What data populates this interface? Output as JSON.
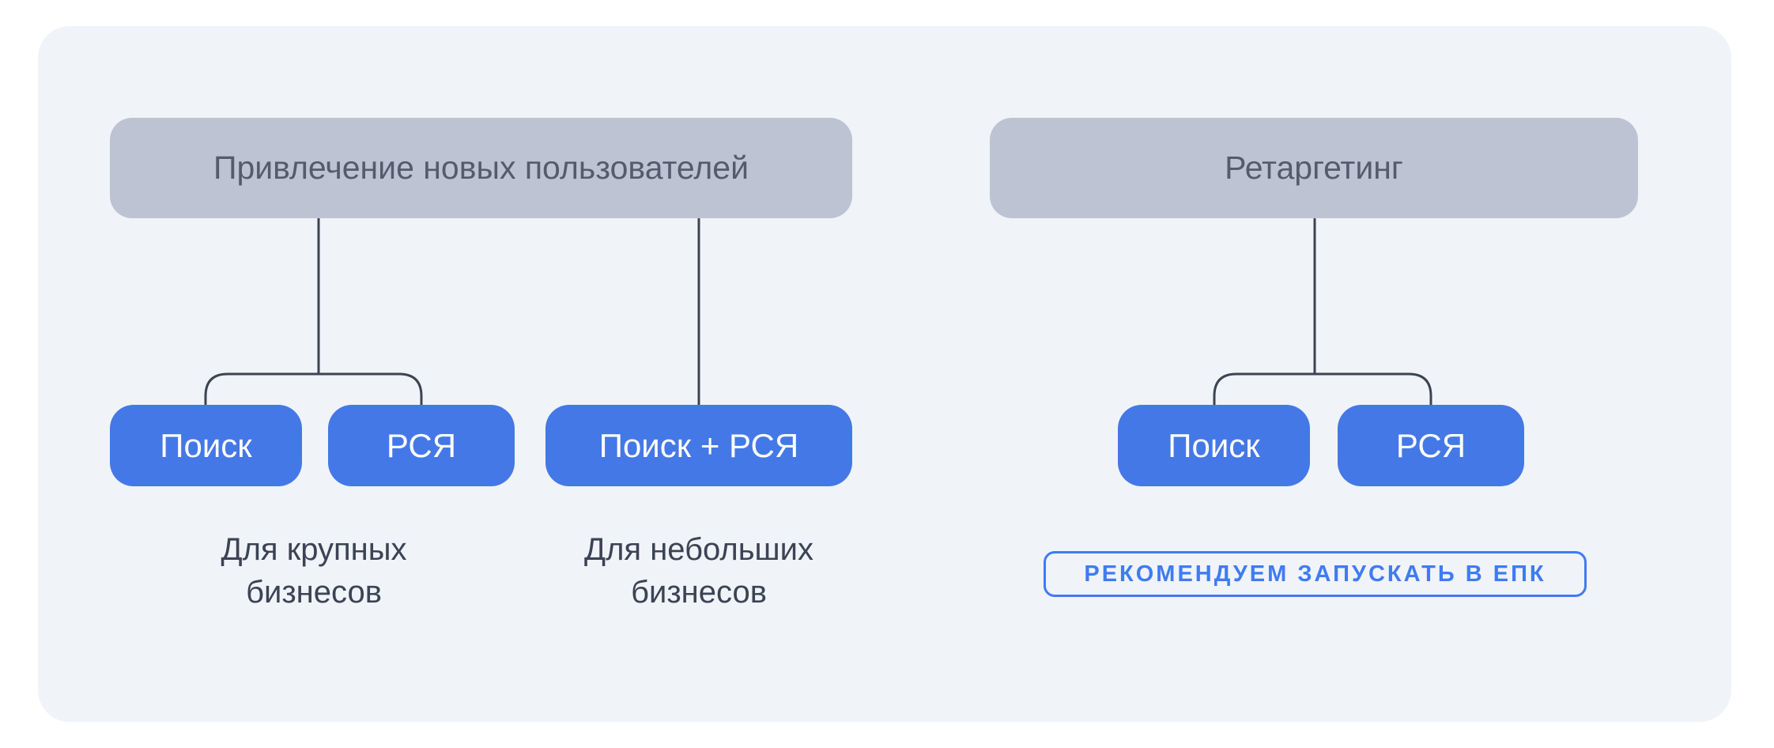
{
  "colors": {
    "page_bg": "#FFFFFF",
    "panel_bg": "#F0F3F8",
    "node_bg": "#BDC3D2",
    "node_text": "#545C6C",
    "button_bg": "#4478E6",
    "button_text": "#FFFFFF",
    "caption_text": "#3B4354",
    "connector": "#3C4352",
    "badge": "#3F7BF2"
  },
  "diagram": {
    "trees": [
      {
        "root": "Привлечение новых пользователей",
        "children": [
          "Поиск",
          "РСЯ",
          "Поиск + РСЯ"
        ],
        "captions": [
          "Для крупных бизнесов",
          "Для небольших бизнесов"
        ]
      },
      {
        "root": "Ретаргетинг",
        "children": [
          "Поиск",
          "РСЯ"
        ],
        "badge": "РЕКОМЕНДУЕМ ЗАПУСКАТЬ В ЕПК"
      }
    ]
  }
}
